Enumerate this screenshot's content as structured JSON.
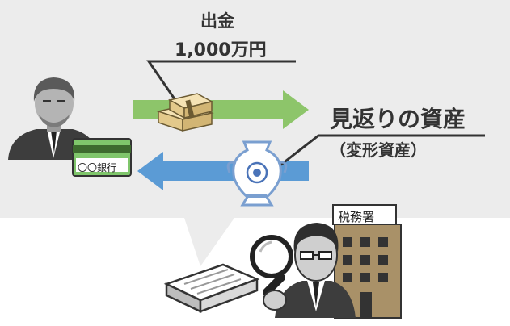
{
  "labels": {
    "withdrawal": "出金",
    "amount": "1,000万円",
    "asset": "見返りの資産",
    "asset_sub": "（変形資産）",
    "tax_office": "税務署",
    "bank": "〇〇銀行"
  },
  "icons": [
    "person-icon",
    "bank-card-icon",
    "money-stack-icon",
    "vase-icon",
    "document-stack-icon",
    "magnifier-icon",
    "tax-officer-icon",
    "tax-office-building-icon"
  ],
  "colors": {
    "panel": "#ececec",
    "outflow_arrow": "#8dc56a",
    "inflow_arrow": "#5b9bd5",
    "card": "#7fc66b",
    "building": "#a99168",
    "line": "#333333"
  }
}
